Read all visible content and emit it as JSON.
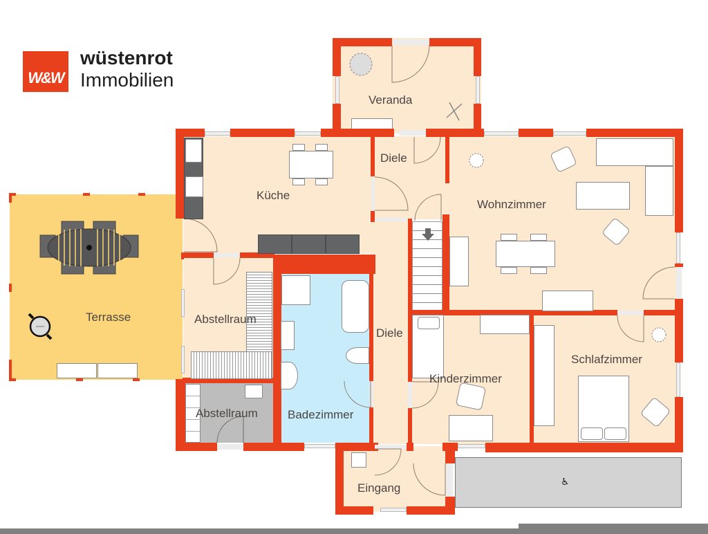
{
  "logo": {
    "mark": "W&W",
    "brand": "wüstenrot",
    "sub": "Immobilien",
    "color": "#e8401c"
  },
  "colors": {
    "wall": "#e8401c",
    "floor": "#fde9d0",
    "terrace": "#fcd57a",
    "bathroom": "#c9ecfb",
    "storage_gray": "#bdbdbd",
    "ramp": "#d3d3d3",
    "bottom_bar": "#808080"
  },
  "rooms": {
    "veranda": "Veranda",
    "kueche": "Küche",
    "diele_top": "Diele",
    "wohnzimmer": "Wohnzimmer",
    "terrasse": "Terrasse",
    "abstellraum1": "Abstellraum",
    "abstellraum2": "Abstellraum",
    "badezimmer": "Badezimmer",
    "diele_mid": "Diele",
    "kinderzimmer": "Kinderzimmer",
    "schlafzimmer": "Schlafzimmer",
    "eingang": "Eingang"
  },
  "icons": {
    "wheelchair": "♿",
    "stairs_direction": "arrow-down"
  }
}
